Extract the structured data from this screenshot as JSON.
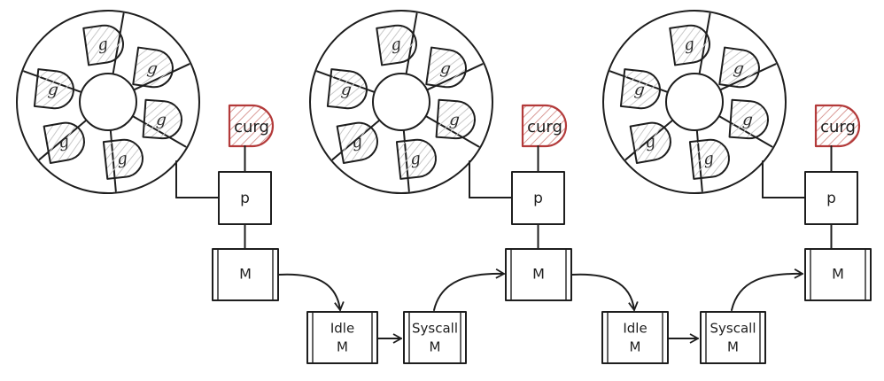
{
  "colors": {
    "stroke": "#1e1e1e",
    "curg_stroke": "#b33a3a",
    "curg_fill": "#f3d6d4",
    "hatch_gray": "#c8c8c8",
    "hatch_red": "#d99a96"
  },
  "labels": {
    "g": "g",
    "curg": "curg",
    "p": "p",
    "m": "M",
    "idle_line1": "Idle",
    "idle_line2": "M",
    "syscall_line1": "Syscall",
    "syscall_line2": "M"
  },
  "groups": [
    {
      "id": "1",
      "has_idle": true,
      "has_syscall": true
    },
    {
      "id": "2",
      "has_idle": true,
      "has_syscall": true
    },
    {
      "id": "3",
      "has_idle": false,
      "has_syscall": false
    }
  ]
}
